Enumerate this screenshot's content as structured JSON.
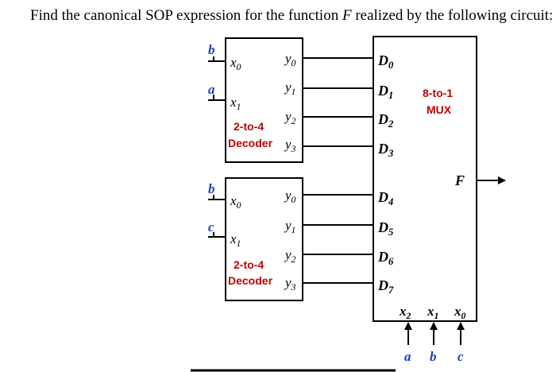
{
  "question": {
    "prefix": "Find the canonical SOP expression for the function ",
    "function_name": "F",
    "suffix": " realized by the following circuit:"
  },
  "decoder_top": {
    "title_line1": "2-to-4",
    "title_line2": "Decoder",
    "inputs": [
      {
        "signal": "b",
        "pin": "x0"
      },
      {
        "signal": "a",
        "pin": "x1"
      }
    ],
    "outputs": [
      "y0",
      "y1",
      "y2",
      "y3"
    ]
  },
  "decoder_bottom": {
    "title_line1": "2-to-4",
    "title_line2": "Decoder",
    "inputs": [
      {
        "signal": "b",
        "pin": "x0"
      },
      {
        "signal": "c",
        "pin": "x1"
      }
    ],
    "outputs": [
      "y0",
      "y1",
      "y2",
      "y3"
    ]
  },
  "mux": {
    "title_line1": "8-to-1",
    "title_line2": "MUX",
    "data_inputs": [
      "D0",
      "D1",
      "D2",
      "D3",
      "D4",
      "D5",
      "D6",
      "D7"
    ],
    "select_pins": [
      "x2",
      "x1",
      "x0"
    ],
    "select_signals": [
      "a",
      "b",
      "c"
    ],
    "output": "F"
  },
  "colors": {
    "signal_blue": "#1f3fbf",
    "title_red": "#c00000",
    "line": "#000000"
  }
}
